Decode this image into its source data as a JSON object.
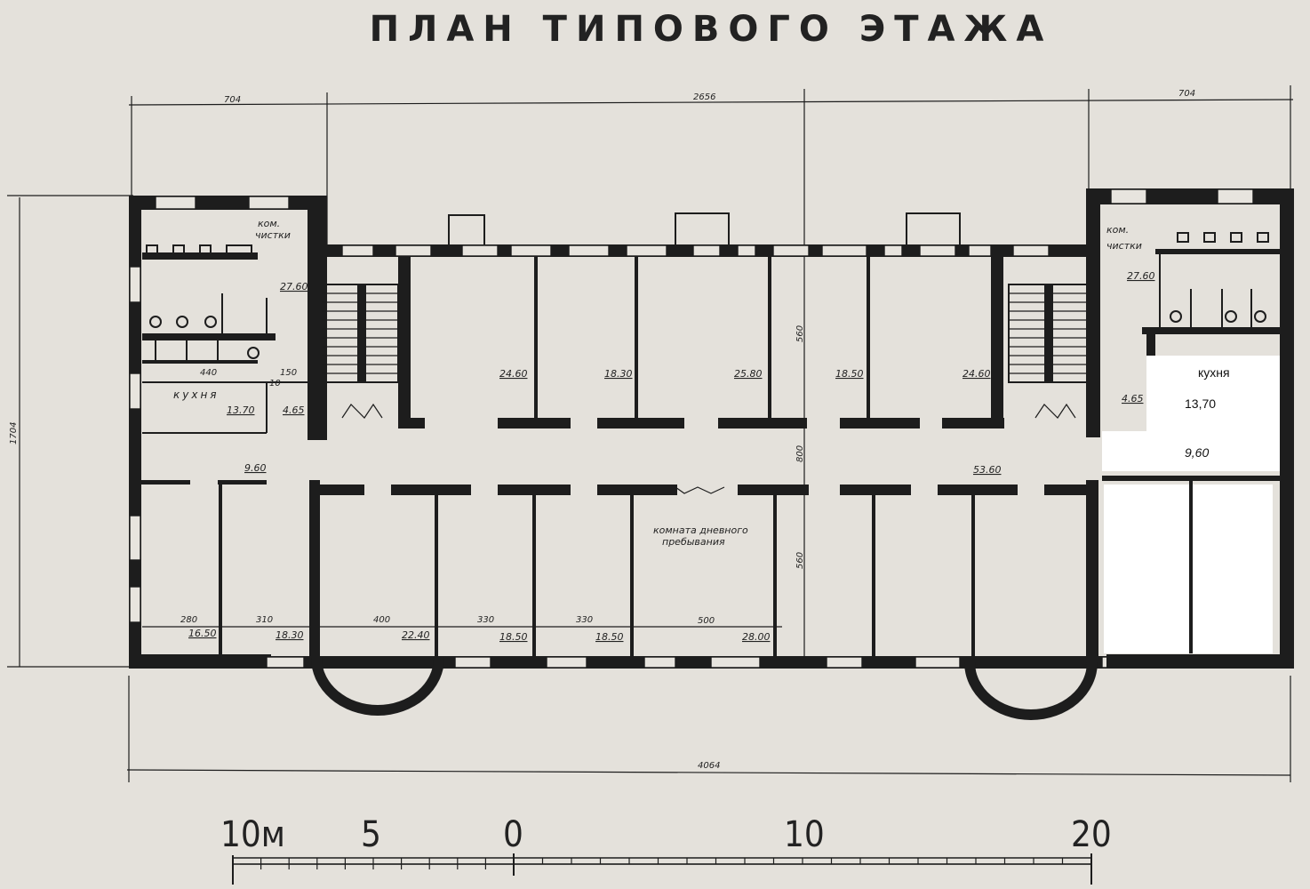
{
  "title": "ПЛАН ТИПОВОГО ЭТАЖА",
  "dimensions": {
    "left_wing": "704",
    "center": "2656",
    "right_wing": "704",
    "total_length": "4064",
    "total_depth": "1704",
    "corridor_width": "800",
    "depth_north": "560",
    "depth_south": "560"
  },
  "labels": {
    "room_cleaning_left_1": "ком.",
    "room_cleaning_left_2": "чистки",
    "room_cleaning_right_1": "ком.",
    "room_cleaning_right_2": "чистки",
    "kitchen_left": "кухня",
    "day_room_1": "комната дневного",
    "day_room_2": "пребывания"
  },
  "areas": {
    "a_27_60_left": "27.60",
    "a_27_60_right": "27.60",
    "a_13_70": "13.70",
    "a_4_65_left": "4.65",
    "a_4_65_right": "4.65",
    "a_9_60": "9.60",
    "n1": "24.60",
    "n2": "18.30",
    "n3": "25.80",
    "n4": "18.50",
    "n5": "24.60",
    "corr": "53.60",
    "s1": "16.50",
    "s2": "18.30",
    "s3": "22.40",
    "s4": "18.50",
    "s5": "18.50",
    "s6": "28.00"
  },
  "small_dims": {
    "d440": "440",
    "d150": "150",
    "d10": "10",
    "d280": "280",
    "d310": "310",
    "d400": "400",
    "d330a": "330",
    "d330b": "330",
    "d500": "500"
  },
  "overlay": {
    "kitchen_label": "кухня",
    "kitchen_area": "13,70",
    "room_area": "9,60"
  },
  "scale": {
    "ticks": [
      "10м",
      "5",
      "0",
      "10",
      "20"
    ]
  }
}
